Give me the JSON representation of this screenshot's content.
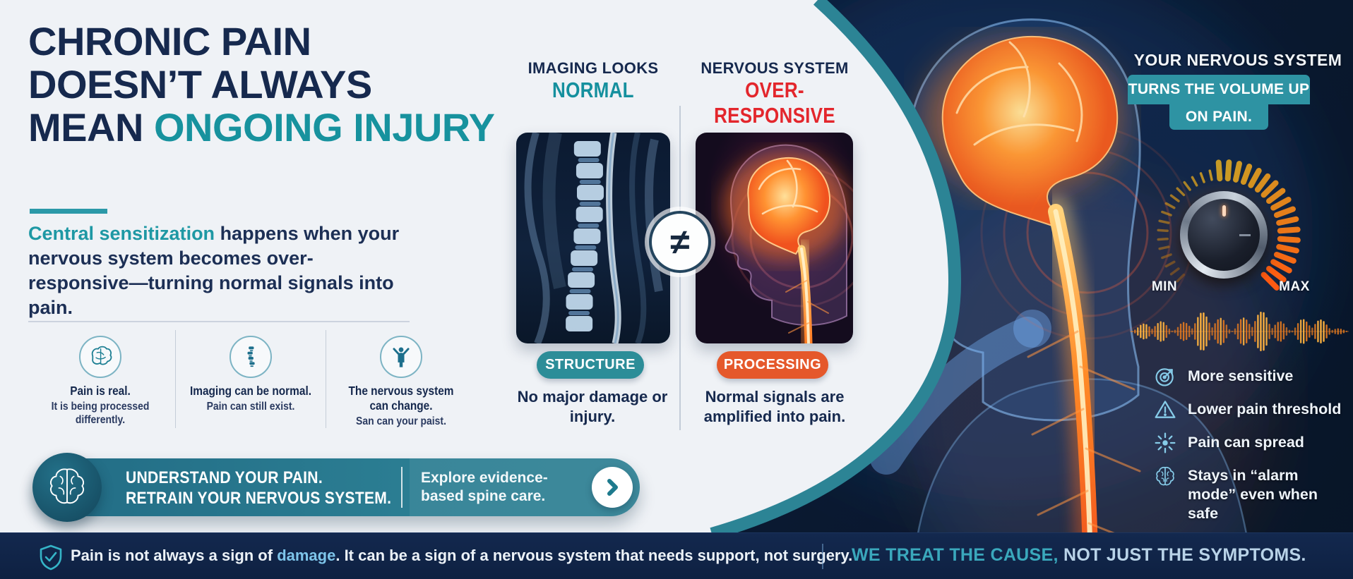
{
  "title": {
    "line1": "CHRONIC PAIN",
    "line2": "DOESN’T ALWAYS",
    "line3_prefix": "MEAN ",
    "line3_highlight": "ONGOING INJURY"
  },
  "intro": {
    "highlight": "Central sensitization",
    "rest": " happens when your nervous system becomes over-responsive—turning normal signals into pain."
  },
  "key_points": [
    {
      "icon": "brain-icon",
      "title": "Pain is real.",
      "subtitle": "It is being processed differently."
    },
    {
      "icon": "spine-icon",
      "title": "Imaging can be normal.",
      "subtitle": "Pain can still exist."
    },
    {
      "icon": "person-icon",
      "title": "The nervous system can change.",
      "subtitle": "San can your paist."
    }
  ],
  "comparison": {
    "left": {
      "kicker": "IMAGING LOOKS",
      "title": "NORMAL",
      "badge": "STRUCTURE",
      "caption": "No major damage or injury."
    },
    "right": {
      "kicker": "NERVOUS SYSTEM",
      "title": "OVER-RESPONSIVE",
      "badge": "PROCESSING",
      "caption": "Normal signals are amplified into pain."
    },
    "not_equal": "≠"
  },
  "cta": {
    "heading_line1": "UNDERSTAND YOUR PAIN.",
    "heading_line2": "RETRAIN YOUR NERVOUS SYSTEM.",
    "sub": "Explore evidence-based spine care."
  },
  "volume_panel": {
    "title": "YOUR NERVOUS SYSTEM",
    "badge_line1": "TURNS THE VOLUME UP",
    "badge_line2": "ON PAIN.",
    "min": "MIN",
    "max": "MAX",
    "effects": [
      {
        "icon": "target-icon",
        "label": "More sensitive"
      },
      {
        "icon": "warning-icon",
        "label": "Lower pain threshold"
      },
      {
        "icon": "spread-icon",
        "label": "Pain can spread"
      },
      {
        "icon": "brain-icon",
        "label": "Stays in “alarm mode” even when safe"
      }
    ]
  },
  "footer": {
    "message_prefix": "Pain is not always a sign of ",
    "message_highlight": "damage",
    "message_suffix": ". It can be a sign of a nervous system that needs support, not surgery.",
    "slogan_highlight": "WE TREAT THE CAUSE,",
    "slogan_rest": " NOT JUST THE SYMPTOMS."
  },
  "icons": {
    "cta_arrow": "chevron-right",
    "footer_badge": "shield-check"
  },
  "colors": {
    "navy": "#16294e",
    "teal": "#17929e",
    "red": "#e3262c",
    "orange_badge": "#e5582b",
    "teal_badge": "#2c8d98",
    "cta_teal": "#27758b",
    "light_bg": "#eff2f6",
    "dark_bg": "#0b1c38",
    "accent_light_blue": "#7ec5ea",
    "glow_orange": "#ff8c26"
  }
}
